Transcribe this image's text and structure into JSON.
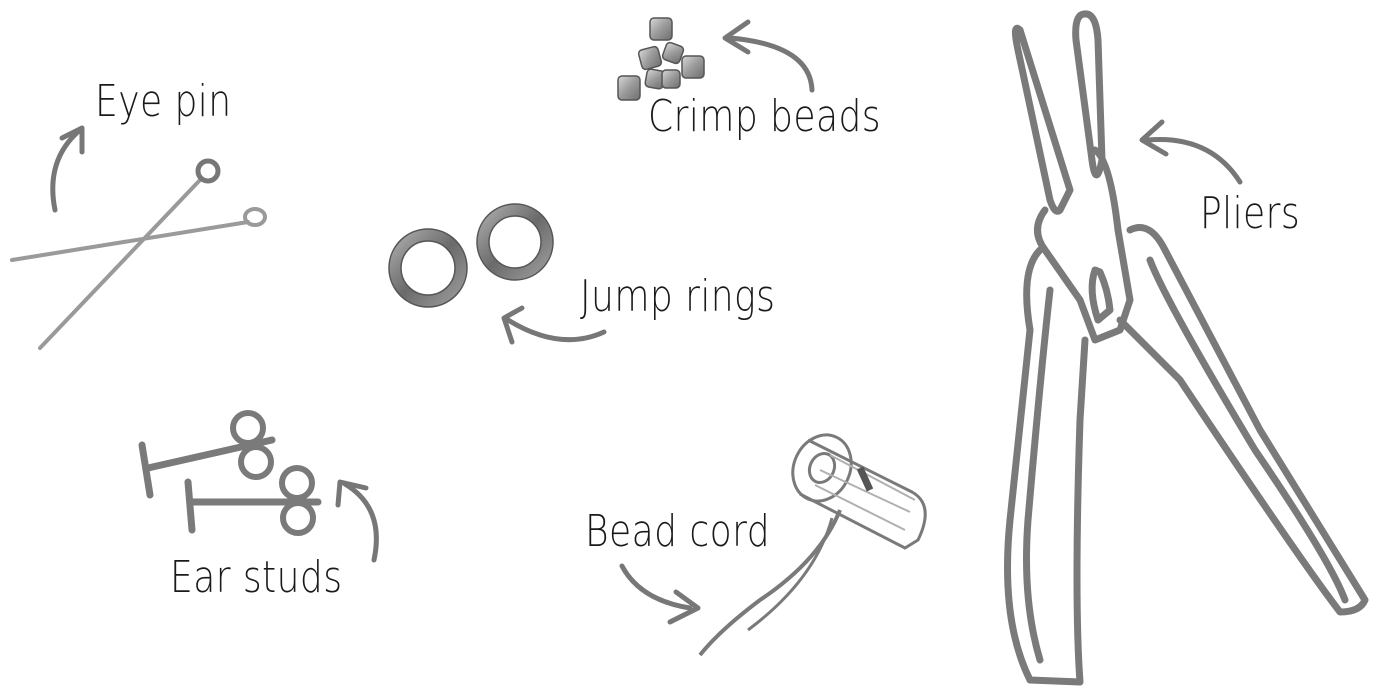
{
  "labels": {
    "eye_pin": "Eye pin",
    "crimp_beads": "Crimp beads",
    "jump_rings": "Jump rings",
    "pliers": "Pliers",
    "ear_studs": "Ear studs",
    "bead_cord": "Bead cord"
  },
  "colors": {
    "ink": "#1a1a1a",
    "tool_gray": "#7a7a7a",
    "arrow_gray": "#777777",
    "light_gray": "#c8c8c8",
    "background": "#ffffff"
  }
}
